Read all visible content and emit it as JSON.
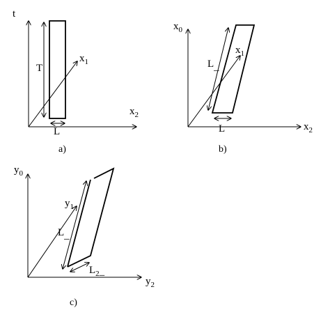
{
  "panel_a": {
    "caption": "a)",
    "t_label": "t",
    "x1_base": "x",
    "x1_sub": "1",
    "x2_base": "x",
    "x2_sub": "2",
    "T_label": "T",
    "L_label": "L"
  },
  "panel_b": {
    "caption": "b)",
    "x0_base": "x",
    "x0_sub": "0",
    "x1_base": "x",
    "x1_sub": "1",
    "x2_base": "x",
    "x2_sub": "2",
    "L_side_label": "L",
    "L_side_suffix": "_",
    "L_bottom_label": "L"
  },
  "panel_c": {
    "caption": "c)",
    "y0_base": "y",
    "y0_sub": "0",
    "y1_base": "y",
    "y1_sub": "1",
    "y2_base": "y",
    "y2_sub": "2",
    "L_side_label": "L",
    "L_side_suffix": "_",
    "L2_base": "L",
    "L2_sub": "2",
    "L2_suffix": "_"
  }
}
